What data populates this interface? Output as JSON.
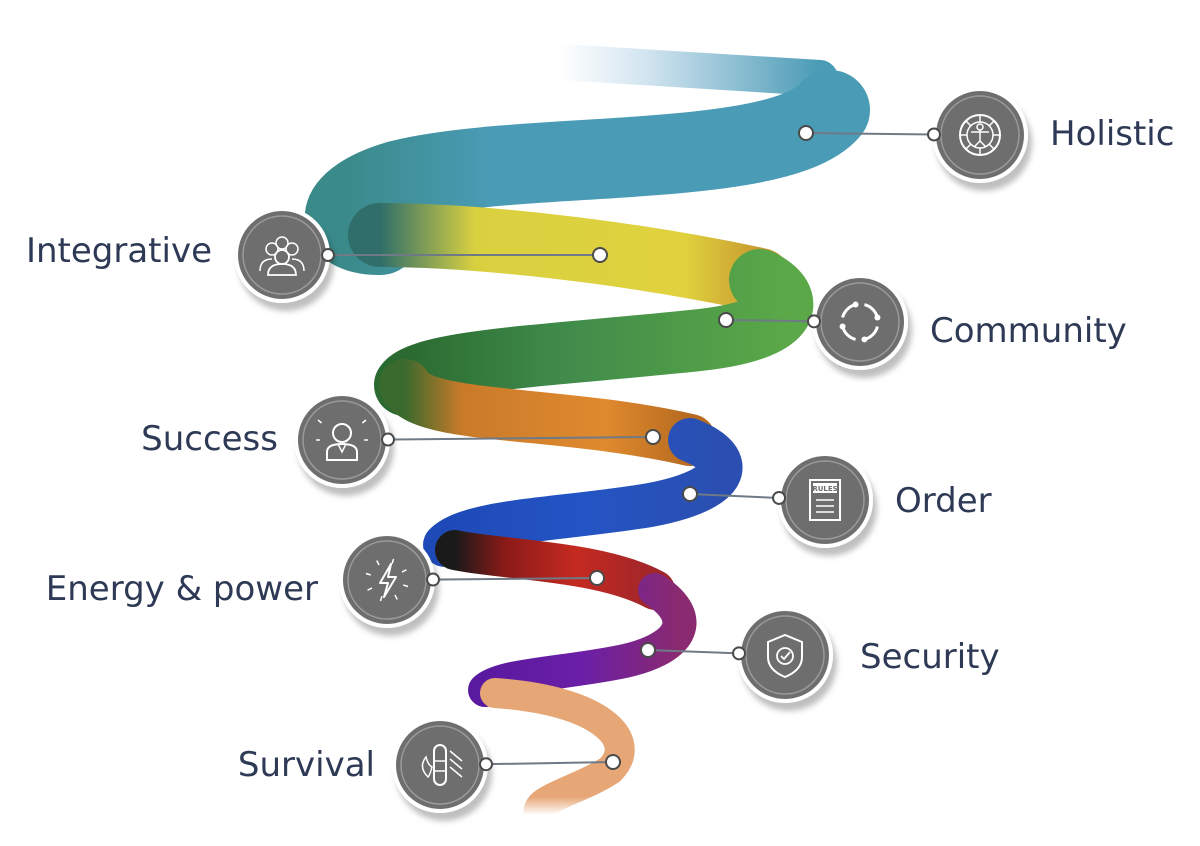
{
  "diagram": {
    "levels": [
      {
        "id": "holistic",
        "label": "Holistic",
        "side": "right",
        "color": "#4a9bb5",
        "icon": "vitruvian-wheel-icon"
      },
      {
        "id": "integrative",
        "label": "Integrative",
        "side": "left",
        "color": "#e0d23e",
        "icon": "group-of-people-icon"
      },
      {
        "id": "community",
        "label": "Community",
        "side": "right",
        "color": "#3f8a4a",
        "icon": "circular-arrows-icon"
      },
      {
        "id": "success",
        "label": "Success",
        "side": "left",
        "color": "#e08a2e",
        "icon": "person-bust-icon"
      },
      {
        "id": "order",
        "label": "Order",
        "side": "right",
        "color": "#2454c4",
        "icon": "rules-book-icon",
        "icon_text": "RULES"
      },
      {
        "id": "energy",
        "label": "Energy & power",
        "side": "left",
        "color": "#c42a20",
        "icon": "lightning-bolt-icon"
      },
      {
        "id": "security",
        "label": "Security",
        "side": "right",
        "color": "#6a1fa6",
        "icon": "shield-check-icon"
      },
      {
        "id": "survival",
        "label": "Survival",
        "side": "left",
        "color": "#e6a676",
        "icon": "bundle-fire-icon"
      }
    ]
  }
}
